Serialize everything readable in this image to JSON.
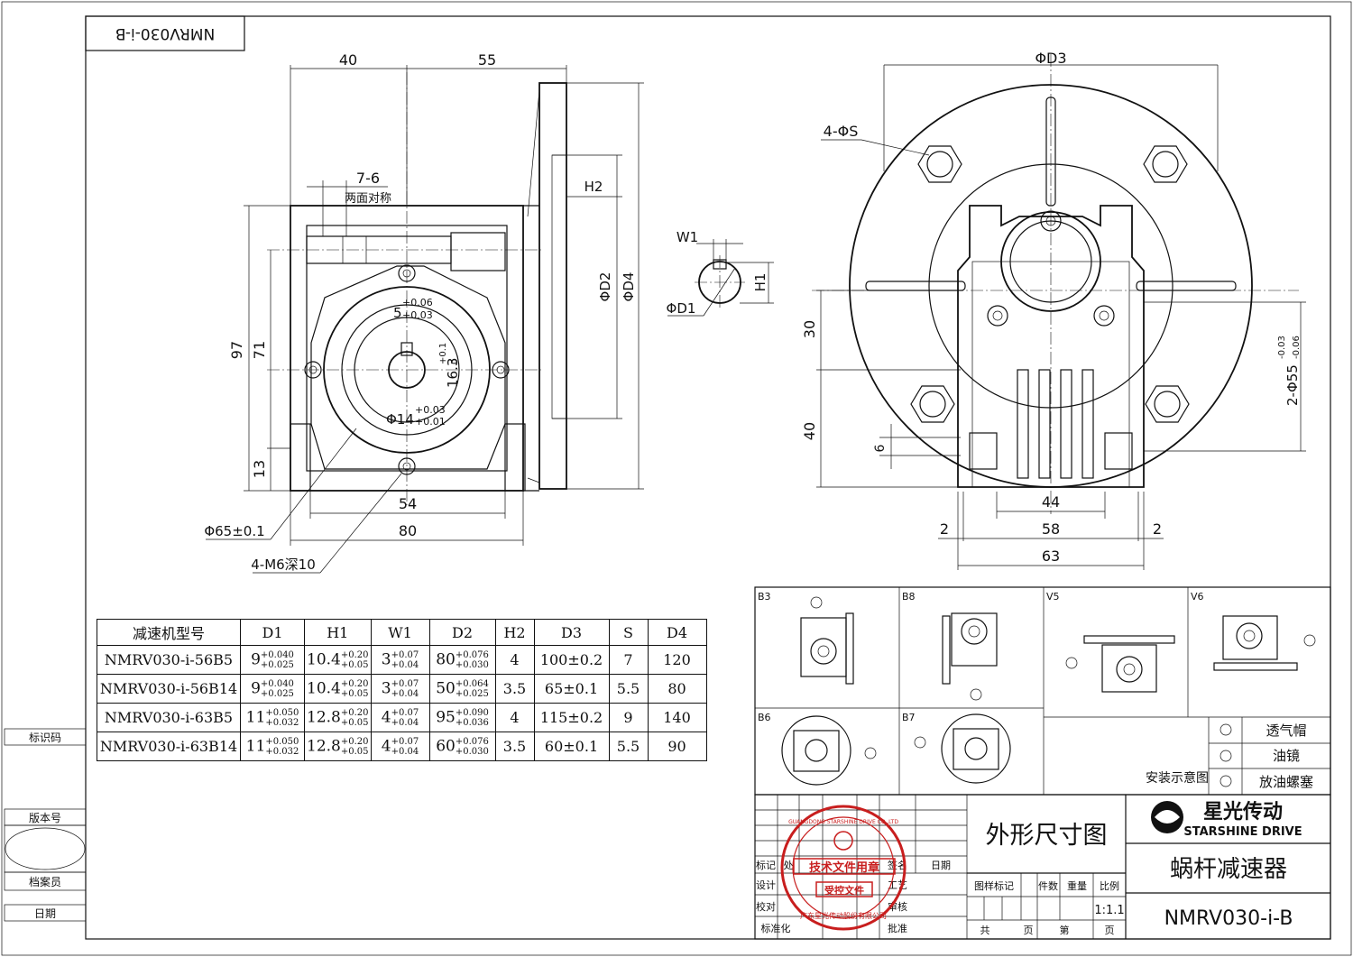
{
  "drawing_code_box": "NMRV030-i-B",
  "side_view": {
    "dim_top_left": "40",
    "dim_top_right": "55",
    "dim_key": "7-6",
    "dim_key_note": "两面对称",
    "dim_h2": "H2",
    "dim_d2": "ΦD2",
    "dim_d4": "ΦD4",
    "dim_97": "97",
    "dim_71": "71",
    "dim_13": "13",
    "dim_54": "54",
    "dim_80": "80",
    "dim_keyway": "5",
    "dim_keyway_tol_upper": "+0.06",
    "dim_keyway_tol_lower": "+0.03",
    "dim_16_3": "16.3",
    "dim_16_3_tol_upper": "+0.1",
    "dim_16_3_tol_lower": "0",
    "dim_bore": "Φ14",
    "dim_bore_tol_upper": "+0.03",
    "dim_bore_tol_lower": "+0.01",
    "dim_pcd": "Φ65±0.1",
    "dim_threads": "4-M6深10"
  },
  "shaft_view": {
    "dim_w1": "W1",
    "dim_h1": "H1",
    "dim_d1": "ΦD1"
  },
  "front_view": {
    "dim_d3": "ΦD3",
    "dim_holes": "4-ΦS",
    "dim_30": "30",
    "dim_40": "40",
    "dim_6": "6",
    "dim_44": "44",
    "dim_58": "58",
    "dim_63": "63",
    "dim_2_left": "2",
    "dim_2_right": "2",
    "dim_bore_dia": "2-Φ55",
    "dim_bore_tol_upper": "-0.03",
    "dim_bore_tol_lower": "-0.06"
  },
  "table": {
    "headers": [
      "减速机型号",
      "D1",
      "H1",
      "W1",
      "D2",
      "H2",
      "D3",
      "S",
      "D4"
    ],
    "rows": [
      {
        "model": "NMRV030-i-56B5",
        "d1": "9",
        "d1_up": "+0.040",
        "d1_lo": "+0.025",
        "h1": "10.4",
        "h1_up": "+0.20",
        "h1_lo": "+0.05",
        "w1": "3",
        "w1_up": "+0.07",
        "w1_lo": "+0.04",
        "d2": "80",
        "d2_up": "+0.076",
        "d2_lo": "+0.030",
        "h2": "4",
        "d3": "100±0.2",
        "s": "7",
        "d4": "120"
      },
      {
        "model": "NMRV030-i-56B14",
        "d1": "9",
        "d1_up": "+0.040",
        "d1_lo": "+0.025",
        "h1": "10.4",
        "h1_up": "+0.20",
        "h1_lo": "+0.05",
        "w1": "3",
        "w1_up": "+0.07",
        "w1_lo": "+0.04",
        "d2": "50",
        "d2_up": "+0.064",
        "d2_lo": "+0.025",
        "h2": "3.5",
        "d3": "65±0.1",
        "s": "5.5",
        "d4": "80"
      },
      {
        "model": "NMRV030-i-63B5",
        "d1": "11",
        "d1_up": "+0.050",
        "d1_lo": "+0.032",
        "h1": "12.8",
        "h1_up": "+0.20",
        "h1_lo": "+0.05",
        "w1": "4",
        "w1_up": "+0.07",
        "w1_lo": "+0.04",
        "d2": "95",
        "d2_up": "+0.090",
        "d2_lo": "+0.036",
        "h2": "4",
        "d3": "115±0.2",
        "s": "9",
        "d4": "140"
      },
      {
        "model": "NMRV030-i-63B14",
        "d1": "11",
        "d1_up": "+0.050",
        "d1_lo": "+0.032",
        "h1": "12.8",
        "h1_up": "+0.20",
        "h1_lo": "+0.05",
        "w1": "4",
        "w1_up": "+0.07",
        "w1_lo": "+0.04",
        "d2": "60",
        "d2_up": "+0.076",
        "d2_lo": "+0.030",
        "h2": "3.5",
        "d3": "60±0.1",
        "s": "5.5",
        "d4": "90"
      }
    ]
  },
  "mounting": {
    "labels": [
      "B3",
      "B8",
      "V5",
      "V6",
      "B6",
      "B7"
    ],
    "legend_title": "安装示意图",
    "legend_items": [
      "透气帽",
      "油镜",
      "放油螺塞"
    ]
  },
  "left_column": {
    "id_code": "标识码",
    "version": "版本号",
    "archivist": "档案员",
    "date": "日期"
  },
  "title_block": {
    "drawing_title": "外形尺寸图",
    "company_cn": "星光传动",
    "company_en": "STARSHINE DRIVE",
    "product": "蜗杆减速器",
    "drawing_number": "NMRV030-i-B",
    "scale": "1:1.1",
    "cell_mark": "标记",
    "cell_count": "处",
    "cell_design": "设计",
    "cell_check": "校对",
    "cell_std": "标准化",
    "cell_sig": "签名",
    "cell_date": "日期",
    "cell_review": "审核",
    "cell_approve": "批准",
    "cell_process": "工艺",
    "cell_stage": "图样标记",
    "cell_qty": "件数",
    "cell_weight": "重量",
    "cell_ratio": "比例",
    "cell_total": "共",
    "cell_page": "页",
    "cell_no": "第",
    "cell_page2": "页"
  },
  "stamp": {
    "text_main": "技术文件用章",
    "text_sub": "受控文件",
    "ring_text": "GUANGDONG STARSHINE DRIVE CO.,LTD",
    "bottom_text": "广东星光传动股份有限公司"
  },
  "colors": {
    "line": "#111111",
    "stamp_red": "#c81e1e"
  }
}
